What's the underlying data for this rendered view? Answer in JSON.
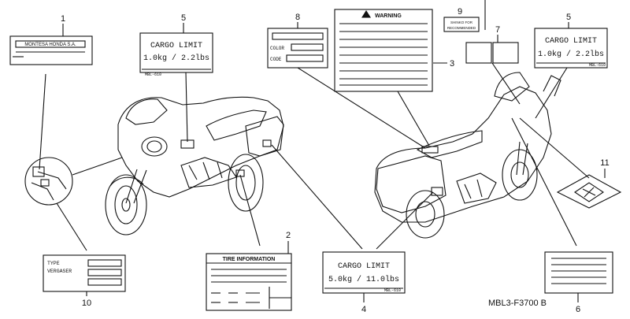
{
  "callouts": {
    "c1": "1",
    "c2": "2",
    "c3": "3",
    "c4": "4",
    "c5a": "5",
    "c5b": "5",
    "c6": "6",
    "c7": "7",
    "c8": "8",
    "c9": "9",
    "c10": "10",
    "c11": "11"
  },
  "label_1": {
    "text": "MONTESA HONDA S.A."
  },
  "label_5": {
    "title": "CARGO LIMIT",
    "value": "1.0kg  / 2.2lbs",
    "code": "MBL-610"
  },
  "label_4": {
    "title": "CARGO LIMIT",
    "value": "5.0kg  / 11.0lbs",
    "code": "MBL-610"
  },
  "label_8": {
    "fields": [
      "COLOR",
      "CODE"
    ]
  },
  "label_3": {
    "title": "WARNING"
  },
  "label_9": {
    "line1": "SHINKO FOR",
    "line2": "RECOMMENDED"
  },
  "label_2": {
    "title": "TIRE INFORMATION"
  },
  "label_10": {
    "fields": [
      "TYPE",
      "VERGASER"
    ]
  },
  "diagram_code": "MBL3-F3700 B",
  "colors": {
    "ink": "#111111",
    "paper": "#ffffff"
  }
}
